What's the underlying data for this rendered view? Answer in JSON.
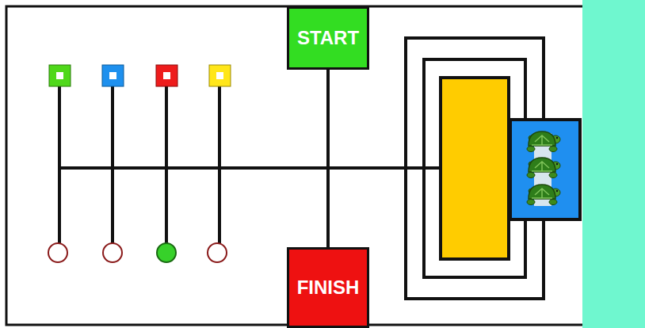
{
  "diagram": {
    "nodes": [
      {
        "text": [
          "START"
        ]
      },
      {
        "text": [
          "FINISH"
        ]
      }
    ],
    "edges": [
      {
        "from": 0,
        "to": 1,
        "arrow": "none"
      }
    ]
  }
}
